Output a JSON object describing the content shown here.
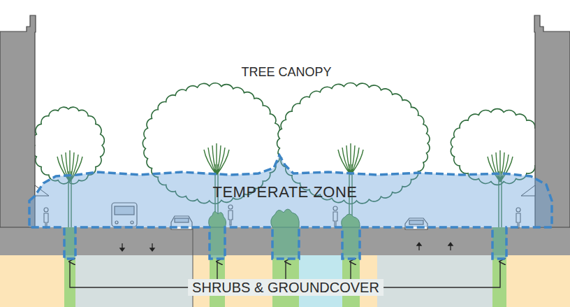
{
  "diagram": {
    "nodes": [
      {
        "text": [
          "TEMPERATE ZONE"
        ]
      }
    ],
    "labels": [
      "TREE CANOPY",
      "SHRUBS & GROUNDCOVER"
    ]
  }
}
